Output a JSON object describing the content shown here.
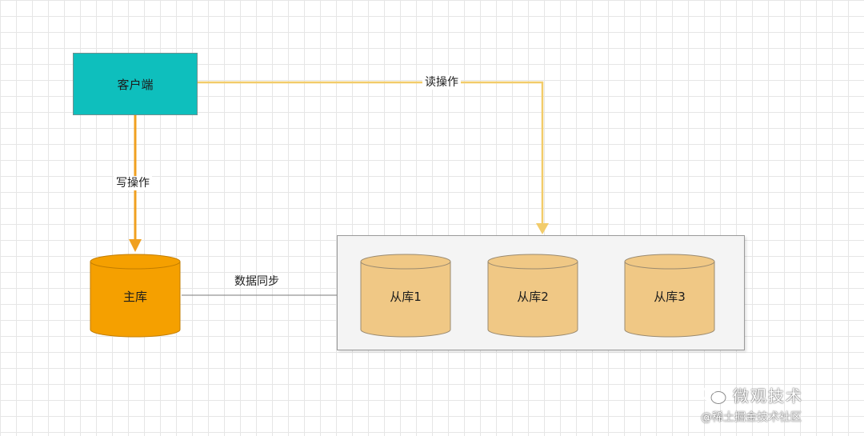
{
  "nodes": {
    "client": "客户端",
    "master": "主库",
    "replicas": [
      "从库1",
      "从库2",
      "从库3"
    ]
  },
  "edges": {
    "write": "写操作",
    "read": "读操作",
    "sync": "数据同步"
  },
  "watermark": {
    "brand": "微观技术",
    "community": "@稀土掘金技术社区"
  },
  "colors": {
    "client_fill": "#0ebfbd",
    "master_fill": "#f5a000",
    "replica_fill": "#f0c885",
    "write_arrow": "#f0a020",
    "read_arrow": "#f2cc6a",
    "sync_arrow": "#7a7a7a"
  }
}
